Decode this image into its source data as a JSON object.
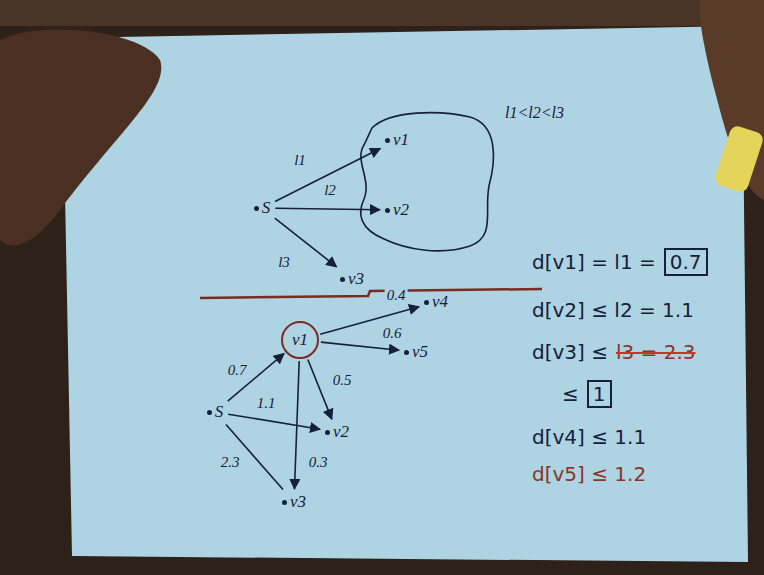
{
  "diagram": {
    "nodes": [
      {
        "text": [
          "S"
        ]
      },
      {
        "text": [
          "v1"
        ]
      },
      {
        "text": [
          "v2"
        ]
      },
      {
        "text": [
          "v3"
        ]
      },
      {
        "text": [
          "v1"
        ]
      },
      {
        "text": [
          "v4"
        ]
      },
      {
        "text": [
          "v5"
        ]
      },
      {
        "text": [
          "S"
        ]
      },
      {
        "text": [
          "v2"
        ]
      },
      {
        "text": [
          "v3"
        ]
      },
      {
        "text": [
          "0.7"
        ]
      },
      {
        "text": [
          "1"
        ]
      }
    ],
    "edges": [
      {
        "from": 0,
        "to": 1,
        "arrow": "to",
        "label": "l1"
      },
      {
        "from": 0,
        "to": 2,
        "arrow": "to",
        "label": "l2"
      },
      {
        "from": 0,
        "to": 3,
        "arrow": "to",
        "label": "l3"
      },
      {
        "from": 7,
        "to": 4,
        "arrow": "to",
        "label": "0.7"
      },
      {
        "from": 7,
        "to": 8,
        "arrow": "to",
        "label": "1.1"
      },
      {
        "from": 7,
        "to": 9,
        "arrow": "none",
        "label": "2.3"
      },
      {
        "from": 4,
        "to": 5,
        "arrow": "to",
        "label": "0.4"
      },
      {
        "from": 4,
        "to": 6,
        "arrow": "to",
        "label": "0.6"
      },
      {
        "from": 4,
        "to": 8,
        "arrow": "to",
        "label": "0.5"
      },
      {
        "from": 4,
        "to": 9,
        "arrow": "to",
        "label": "0.3"
      }
    ],
    "labels": [
      "l1<l2<l3",
      "d[v1] = l1 =",
      "d[v2] ≤ l2 = 1.1",
      "d[v3] ≤",
      "l3 = 2.3",
      "≤",
      "d[v4] ≤ 1.1",
      "d[v5] ≤ 1.2"
    ]
  }
}
